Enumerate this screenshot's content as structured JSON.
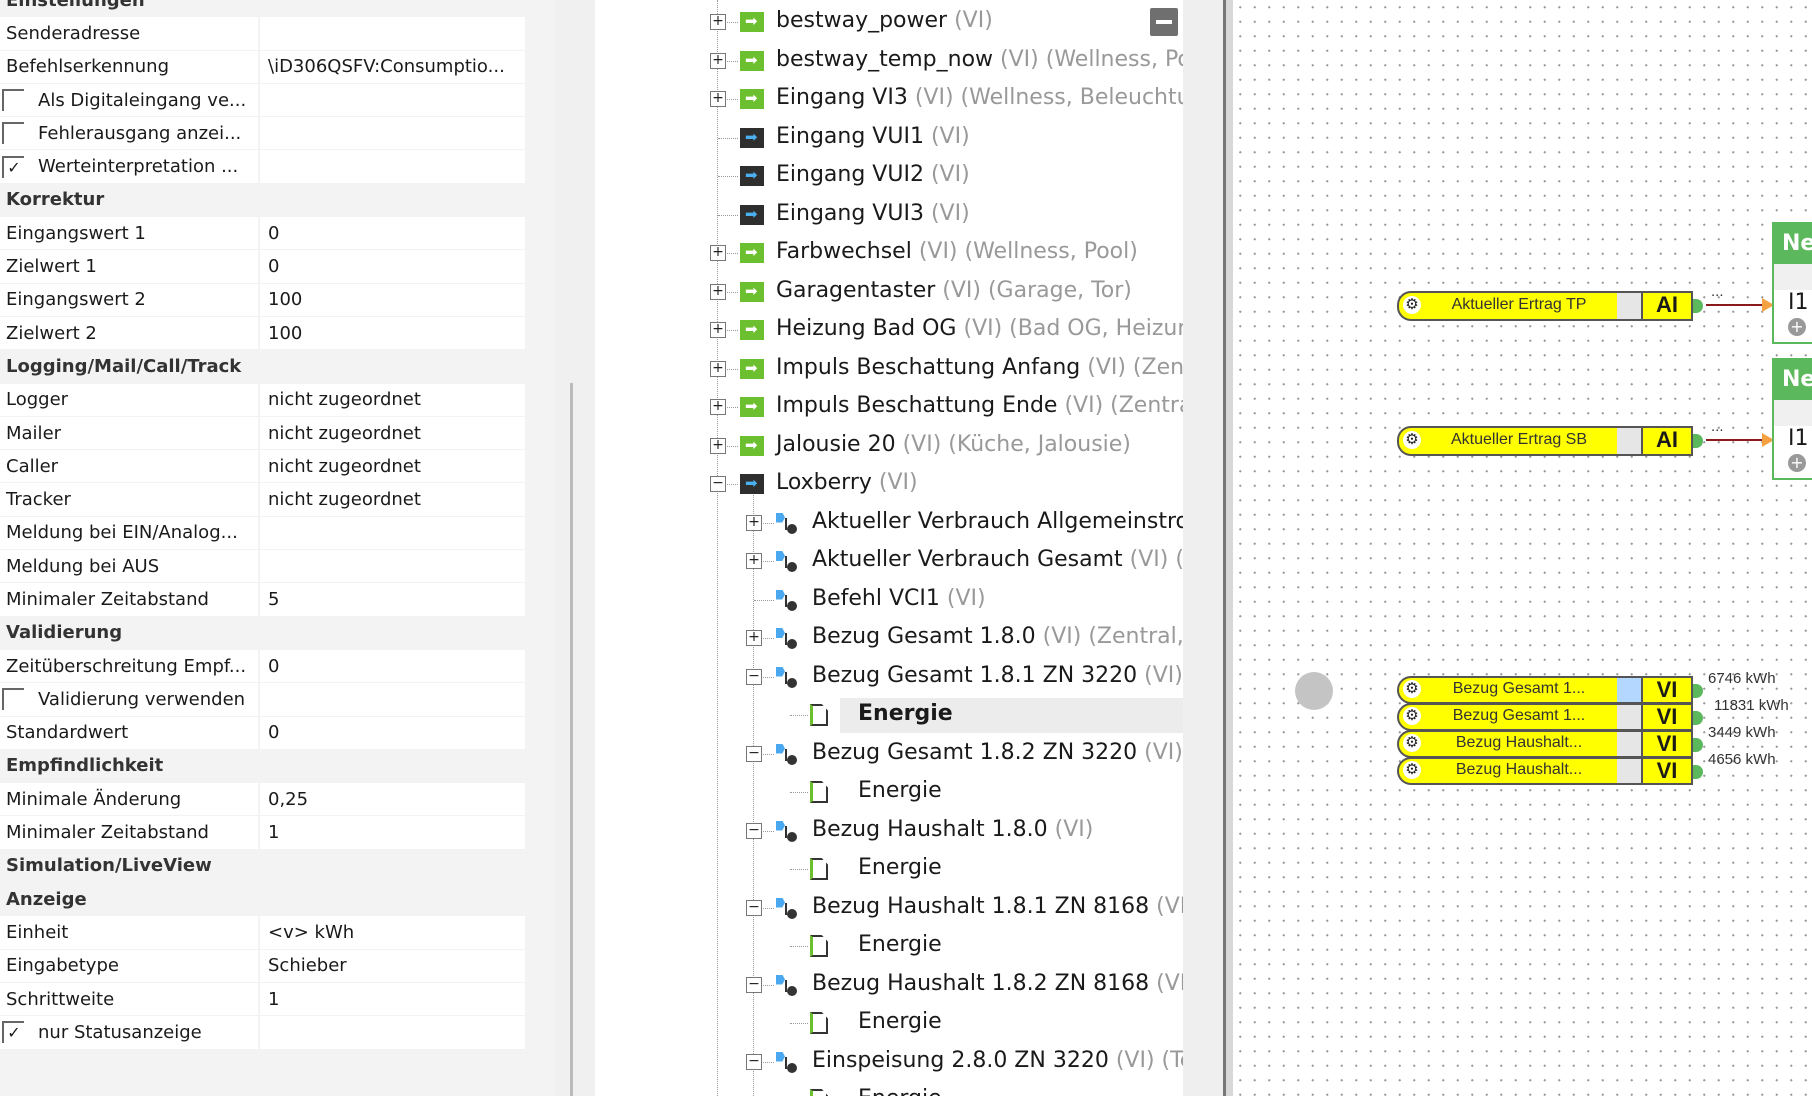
{
  "properties": [
    {
      "type": "category",
      "label": "Einstellungen"
    },
    {
      "label": "Senderadresse",
      "value": ""
    },
    {
      "label": "Befehlserkennung",
      "value": "\\iD306QSFV:Consumptio..."
    },
    {
      "label": "Als Digitaleingang ve...",
      "value": "",
      "checkbox": true,
      "checked": false
    },
    {
      "label": "Fehlerausgang anzei...",
      "value": "",
      "checkbox": true,
      "checked": false
    },
    {
      "label": "Werteinterpretation ...",
      "value": "",
      "checkbox": true,
      "checked": true
    },
    {
      "type": "category",
      "label": "Korrektur"
    },
    {
      "label": "Eingangswert 1",
      "value": "0"
    },
    {
      "label": "Zielwert 1",
      "value": "0"
    },
    {
      "label": "Eingangswert 2",
      "value": "100"
    },
    {
      "label": "Zielwert 2",
      "value": "100"
    },
    {
      "type": "category",
      "label": "Logging/Mail/Call/Track"
    },
    {
      "label": "Logger",
      "value": "nicht zugeordnet"
    },
    {
      "label": "Mailer",
      "value": "nicht zugeordnet"
    },
    {
      "label": "Caller",
      "value": "nicht zugeordnet"
    },
    {
      "label": "Tracker",
      "value": "nicht zugeordnet"
    },
    {
      "label": "Meldung bei EIN/Analog...",
      "value": ""
    },
    {
      "label": "Meldung bei AUS",
      "value": ""
    },
    {
      "label": "Minimaler Zeitabstand",
      "value": "5"
    },
    {
      "type": "category",
      "label": "Validierung"
    },
    {
      "label": "Zeitüberschreitung Empf...",
      "value": "0"
    },
    {
      "label": "Validierung verwenden",
      "value": "",
      "checkbox": true,
      "checked": false
    },
    {
      "label": "Standardwert",
      "value": "0"
    },
    {
      "type": "category",
      "label": "Empfindlichkeit"
    },
    {
      "label": "Minimale Änderung",
      "value": "0,25"
    },
    {
      "label": "Minimaler Zeitabstand",
      "value": "1"
    },
    {
      "type": "category",
      "label": "Simulation/LiveView"
    },
    {
      "type": "category",
      "label": "Anzeige"
    },
    {
      "label": "Einheit",
      "value": "<v> kWh"
    },
    {
      "label": "Eingabetype",
      "value": "Schieber"
    },
    {
      "label": "Schrittweite",
      "value": "1"
    },
    {
      "label": "nur Statusanzeige",
      "value": "",
      "checkbox": true,
      "checked": true
    }
  ],
  "tree": [
    {
      "level": 0,
      "exp": "+",
      "icon": "green",
      "name": "bestway_power",
      "suffix": "(VI)"
    },
    {
      "level": 0,
      "exp": "+",
      "icon": "green",
      "name": "bestway_temp_now",
      "suffix": "(VI) (Wellness, Poo"
    },
    {
      "level": 0,
      "exp": "+",
      "icon": "green",
      "name": "Eingang VI3",
      "suffix": "(VI) (Wellness, Beleuchtun"
    },
    {
      "level": 0,
      "exp": "",
      "icon": "dark",
      "name": "Eingang VUI1",
      "suffix": "(VI)"
    },
    {
      "level": 0,
      "exp": "",
      "icon": "dark",
      "name": "Eingang VUI2",
      "suffix": "(VI)"
    },
    {
      "level": 0,
      "exp": "",
      "icon": "dark",
      "name": "Eingang VUI3",
      "suffix": "(VI)"
    },
    {
      "level": 0,
      "exp": "+",
      "icon": "green",
      "name": "Farbwechsel",
      "suffix": "(VI) (Wellness, Pool)"
    },
    {
      "level": 0,
      "exp": "+",
      "icon": "green",
      "name": "Garagentaster",
      "suffix": "(VI) (Garage, Tor)"
    },
    {
      "level": 0,
      "exp": "+",
      "icon": "green",
      "name": "Heizung Bad OG",
      "suffix": "(VI) (Bad OG, Heizun"
    },
    {
      "level": 0,
      "exp": "+",
      "icon": "green",
      "name": "Impuls Beschattung Anfang",
      "suffix": "(VI) (Zentr"
    },
    {
      "level": 0,
      "exp": "+",
      "icon": "green",
      "name": "Impuls Beschattung Ende",
      "suffix": "(VI) (Zentral,"
    },
    {
      "level": 0,
      "exp": "+",
      "icon": "green",
      "name": "Jalousie 20",
      "suffix": "(VI) (Küche, Jalousie)"
    },
    {
      "level": 0,
      "exp": "−",
      "icon": "dark",
      "name": "Loxberry",
      "suffix": "(VI)"
    },
    {
      "level": 1,
      "exp": "+",
      "icon": "cmd",
      "name": "Aktueller Verbrauch Allgemeinstror",
      "suffix": ""
    },
    {
      "level": 1,
      "exp": "+",
      "icon": "cmd",
      "name": "Aktueller Verbrauch Gesamt",
      "suffix": "(VI) (Z"
    },
    {
      "level": 1,
      "exp": "",
      "icon": "cmd",
      "name": "Befehl VCI1",
      "suffix": "(VI)"
    },
    {
      "level": 1,
      "exp": "+",
      "icon": "cmd",
      "name": "Bezug Gesamt 1.8.0",
      "suffix": "(VI) (Zentral, E"
    },
    {
      "level": 1,
      "exp": "−",
      "icon": "cmd",
      "name": "Bezug Gesamt 1.8.1 ZN 3220",
      "suffix": "(VI) ("
    },
    {
      "level": 2,
      "exp": "",
      "icon": "doc",
      "name": "Energie",
      "suffix": "",
      "selected": true
    },
    {
      "level": 1,
      "exp": "−",
      "icon": "cmd",
      "name": "Bezug Gesamt 1.8.2 ZN 3220",
      "suffix": "(VI) ("
    },
    {
      "level": 2,
      "exp": "",
      "icon": "doc",
      "name": "Energie",
      "suffix": ""
    },
    {
      "level": 1,
      "exp": "−",
      "icon": "cmd",
      "name": "Bezug Haushalt 1.8.0",
      "suffix": "(VI)"
    },
    {
      "level": 2,
      "exp": "",
      "icon": "doc",
      "name": "Energie",
      "suffix": ""
    },
    {
      "level": 1,
      "exp": "−",
      "icon": "cmd",
      "name": "Bezug Haushalt 1.8.1 ZN 8168",
      "suffix": "(VI)"
    },
    {
      "level": 2,
      "exp": "",
      "icon": "doc",
      "name": "Energie",
      "suffix": ""
    },
    {
      "level": 1,
      "exp": "−",
      "icon": "cmd",
      "name": "Bezug Haushalt 1.8.2 ZN 8168",
      "suffix": "(VI)"
    },
    {
      "level": 2,
      "exp": "",
      "icon": "doc",
      "name": "Energie",
      "suffix": ""
    },
    {
      "level": 1,
      "exp": "−",
      "icon": "cmd",
      "name": "Einspeisung 2.8.0 ZN 3220",
      "suffix": "(VI) (Te"
    },
    {
      "level": 2,
      "exp": "",
      "icon": "doc",
      "name": "Energie",
      "suffix": ""
    }
  ],
  "canvas": {
    "ai_blocks": [
      {
        "label": "Aktueller Ertrag TP",
        "type": "AI",
        "wire_label": "..."
      },
      {
        "label": "Aktueller Ertrag SB",
        "type": "AI",
        "wire_label": "..."
      }
    ],
    "vi_blocks": [
      {
        "label": "Bezug Gesamt 1...",
        "type": "VI",
        "value": "6746 kWh",
        "highlight": true
      },
      {
        "label": "Bezug Gesamt 1...",
        "type": "VI",
        "value": "11831 kWh"
      },
      {
        "label": "Bezug Haushalt...",
        "type": "VI",
        "value": "3449 kWh"
      },
      {
        "label": "Bezug Haushalt...",
        "type": "VI",
        "value": "4656 kWh"
      }
    ],
    "ne_blocks": [
      {
        "title": "Ne",
        "input": "I1"
      },
      {
        "title": "Ne",
        "input": "I1"
      }
    ]
  }
}
